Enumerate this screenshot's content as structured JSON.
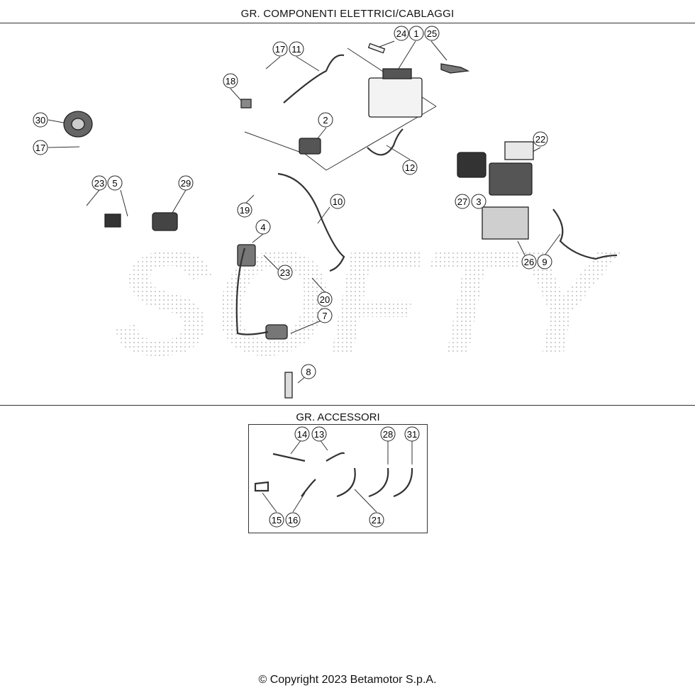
{
  "header": {
    "title": "GR. COMPONENTI ELETTRICI/CABLAGGI"
  },
  "accessories": {
    "title": "GR. ACCESSORI"
  },
  "footer": {
    "copyright": "© Copyright 2023 Betamotor S.p.A."
  },
  "watermark": {
    "text": "SOFTY"
  },
  "callouts": [
    "24",
    "1",
    "25",
    "17",
    "11",
    "18",
    "2",
    "30",
    "17",
    "12",
    "22",
    "23",
    "5",
    "29",
    "19",
    "10",
    "27",
    "3",
    "4",
    "23",
    "20",
    "26",
    "9",
    "7",
    "8",
    "14",
    "13",
    "28",
    "31",
    "15",
    "16",
    "21"
  ]
}
